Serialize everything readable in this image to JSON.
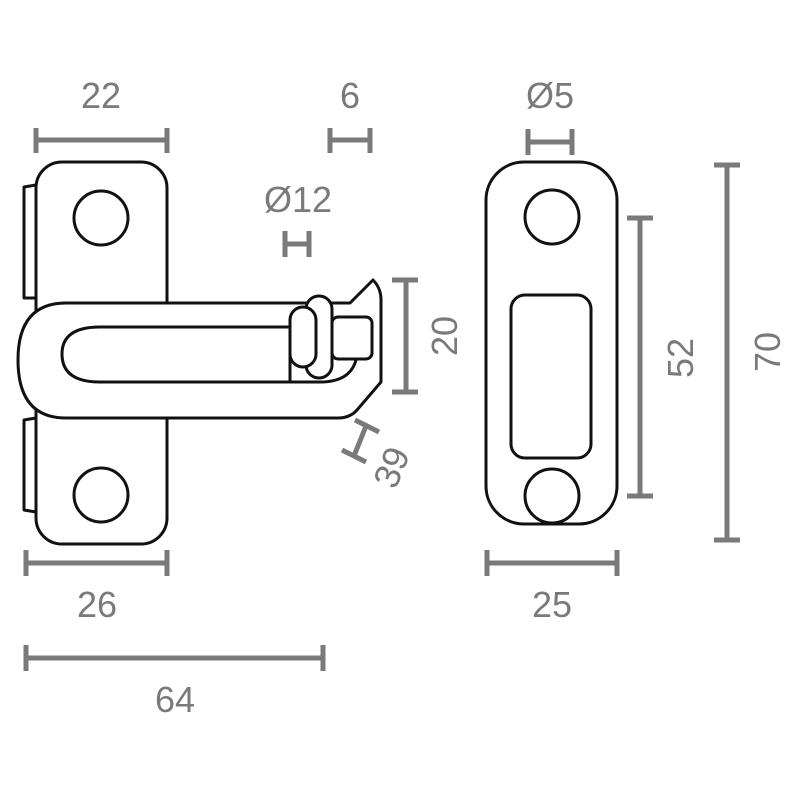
{
  "dimensions": {
    "top_plate_width": "22",
    "pin_width": "6",
    "knob_diameter": "Ø12",
    "bar_height": "20",
    "bar_reach": "39",
    "base_plate_width": "26",
    "overall_length": "64",
    "hole_diameter": "Ø5",
    "keeper_width": "25",
    "keeper_hole_spacing": "52",
    "keeper_height": "70"
  },
  "colors": {
    "dimension_lines": "#7a7a7a",
    "outline": "#111111",
    "background": "#ffffff"
  }
}
